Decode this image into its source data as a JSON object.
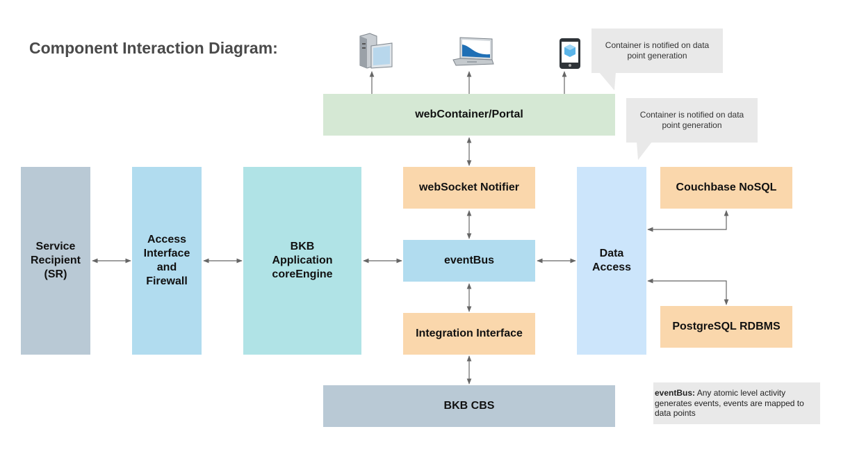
{
  "title": "Component Interaction Diagram:",
  "colors": {
    "gray_blue": "#b9c9d5",
    "light_blue": "#b1dcef",
    "teal": "#b0e3e6",
    "orange": "#fad7ac",
    "pale_blue": "#cce5fb",
    "green": "#d5e8d4",
    "arrow": "#666666"
  },
  "boxes": {
    "service_recipient": "Service\nRecipient\n(SR)",
    "access_interface": "Access\nInterface\nand\nFirewall",
    "core_engine": "BKB\nApplication\ncoreEngine",
    "web_container": "webContainer/Portal",
    "websocket_notifier": "webSocket Notifier",
    "event_bus": "eventBus",
    "integration_interface": "Integration Interface",
    "bkb_cbs": "BKB CBS",
    "data_access": "Data\nAccess",
    "couchbase": "Couchbase NoSQL",
    "postgresql": "PostgreSQL RDBMS"
  },
  "callouts": {
    "top": "Container is notified on data point generation",
    "middle": "Container is notified on data point generation"
  },
  "note": {
    "label": "eventBus:",
    "text": " Any atomic level activity generates events, events are mapped to data points"
  },
  "devices": {
    "desktop": "desktop-computer-icon",
    "laptop": "laptop-icon",
    "phone": "mobile-phone-icon"
  }
}
